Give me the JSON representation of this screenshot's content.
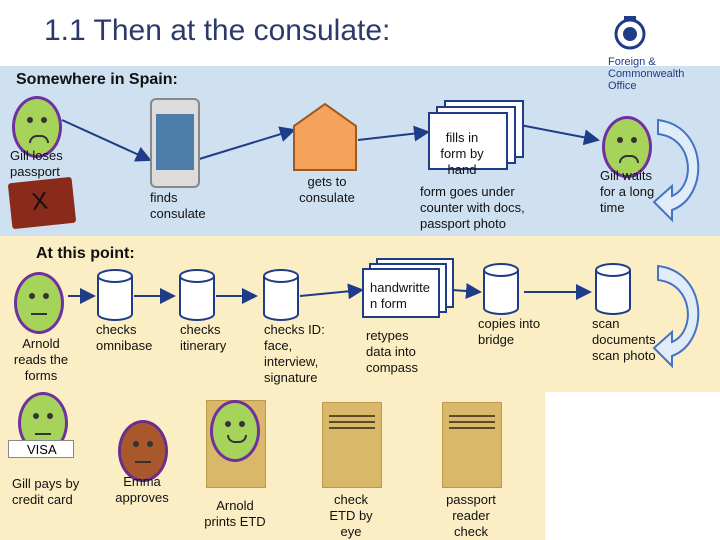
{
  "title": "1.1 Then at the consulate:",
  "logo": {
    "line1": "Foreign &",
    "line2": "Commonwealth",
    "line3": "Office"
  },
  "sections": {
    "spain": "Somewhere in Spain:",
    "at_this_point": "At this point:"
  },
  "spain": {
    "gill_loses": [
      "Gill loses",
      "passport"
    ],
    "x_mark": "X",
    "finds": [
      "finds",
      "consulate"
    ],
    "gets_to": [
      "gets to",
      "consulate"
    ],
    "fills_in": [
      "fills in",
      "form by",
      "hand"
    ],
    "form_goes": [
      "form goes under",
      "counter with docs,",
      "passport  photo"
    ],
    "gill_waits": [
      "Gill waits",
      "for a long",
      "time"
    ]
  },
  "point": {
    "arnold_reads": [
      "Arnold",
      "reads the",
      "forms"
    ],
    "checks_omnibase": [
      "checks",
      "omnibase"
    ],
    "checks_itinerary": [
      "checks",
      "itinerary"
    ],
    "checks_id": [
      "checks ID:",
      "face,",
      "interview,",
      "signature"
    ],
    "handwritten": [
      "handwritte",
      "n form"
    ],
    "retypes": [
      "retypes",
      "data into",
      "compass"
    ],
    "copies": [
      "copies into",
      "bridge"
    ],
    "scan": [
      "scan",
      "documents",
      "scan photo"
    ],
    "visa": "VISA",
    "gill_pays": [
      "Gill pays by",
      "credit card"
    ],
    "emma": [
      "Emma",
      "approves"
    ],
    "arnold_prints": [
      "Arnold",
      "prints ETD"
    ],
    "check_etd": [
      "check",
      "ETD by",
      "eye"
    ],
    "passport_reader": [
      "passport",
      "reader",
      "check"
    ]
  },
  "colors": {
    "title": "#2b3a6b",
    "blue_band": "#cfe0f1",
    "yellow_band": "#fbeec4",
    "face_green": "#a6d35a",
    "face_border": "#7030a0",
    "house": "#f5a35c"
  }
}
